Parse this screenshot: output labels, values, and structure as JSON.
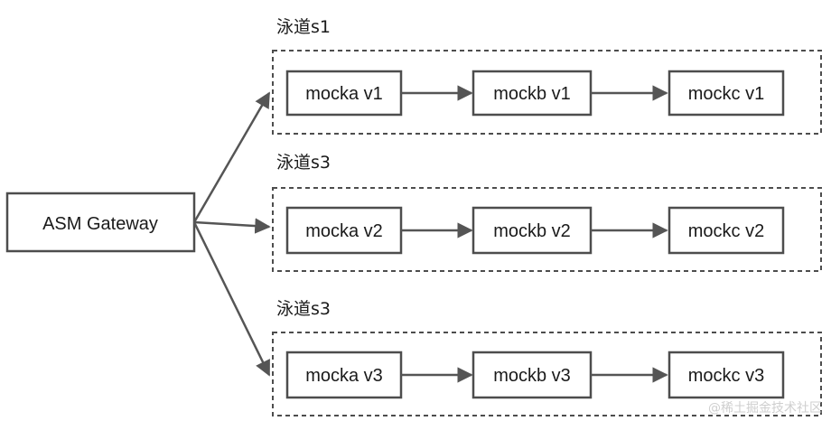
{
  "gateway": {
    "label": "ASM Gateway"
  },
  "lanes": [
    {
      "label": "泳道s1",
      "services": [
        "mocka v1",
        "mockb v1",
        "mockc v1"
      ]
    },
    {
      "label": "泳道s3",
      "services": [
        "mocka v2",
        "mockb v2",
        "mockc v2"
      ]
    },
    {
      "label": "泳道s3",
      "services": [
        "mocka v3",
        "mockb v3",
        "mockc v3"
      ]
    }
  ],
  "watermark": "@稀土掘金技术社区",
  "colors": {
    "stroke": "#4d4d4d",
    "arrow": "#555555",
    "text": "#1a1a1a",
    "background": "#ffffff"
  }
}
